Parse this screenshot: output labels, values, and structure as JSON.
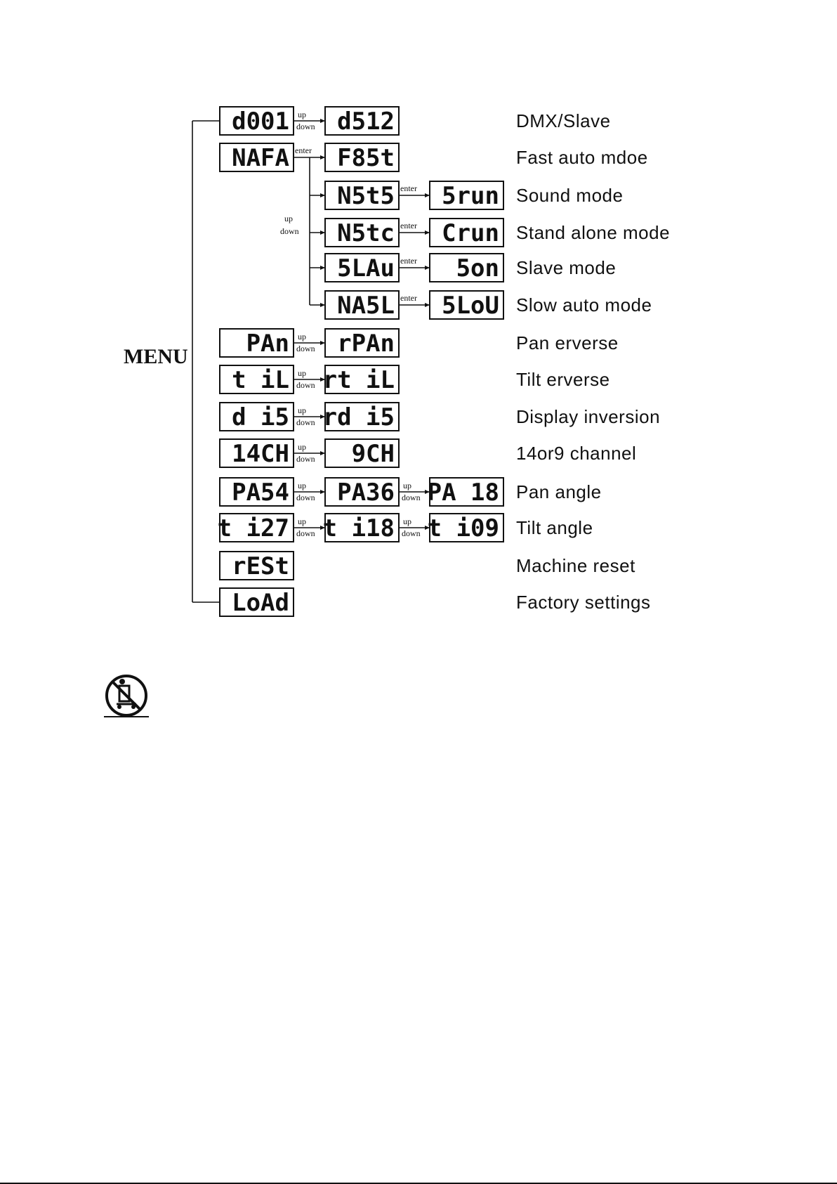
{
  "menu_label": "MENU",
  "connector_labels": {
    "up": "up",
    "down": "down",
    "enter": "enter"
  },
  "rows": [
    {
      "boxes": [
        "d001",
        "d512"
      ],
      "connectors": [
        "updown"
      ],
      "description": "DMX/Slave"
    },
    {
      "boxes": [
        "NAFA",
        "F85t"
      ],
      "connectors": [
        "enter"
      ],
      "description": "Fast auto mdoe"
    },
    {
      "boxes": [
        "N5t5",
        "5run"
      ],
      "connectors": [
        "enter"
      ],
      "description": "Sound mode",
      "branch": true
    },
    {
      "boxes": [
        "N5tc",
        "Crun"
      ],
      "connectors": [
        "enter"
      ],
      "description": "Stand alone mode",
      "branch": true
    },
    {
      "boxes": [
        "5LAu",
        "5on"
      ],
      "connectors": [
        "enter"
      ],
      "description": "Slave mode",
      "branch": true
    },
    {
      "boxes": [
        "NA5L",
        "5LoU"
      ],
      "connectors": [
        "enter"
      ],
      "description": "Slow auto mode",
      "branch": true
    },
    {
      "boxes": [
        "PAn",
        "rPAn"
      ],
      "connectors": [
        "updown"
      ],
      "description": "Pan erverse"
    },
    {
      "boxes": [
        "t iL",
        "rt iL"
      ],
      "connectors": [
        "updown"
      ],
      "description": "Tilt erverse"
    },
    {
      "boxes": [
        "d i5",
        "rd i5"
      ],
      "connectors": [
        "updown"
      ],
      "description": "Display inversion"
    },
    {
      "boxes": [
        "14CH",
        "9CH"
      ],
      "connectors": [
        "updown"
      ],
      "description": "14or9 channel"
    },
    {
      "boxes": [
        "PA54",
        "PA36",
        "PA 18"
      ],
      "connectors": [
        "updown",
        "updown"
      ],
      "description": "Pan angle"
    },
    {
      "boxes": [
        "t i27",
        "t i18",
        "t i09"
      ],
      "connectors": [
        "updown",
        "updown"
      ],
      "description": "Tilt angle"
    },
    {
      "boxes": [
        "rESt"
      ],
      "connectors": [],
      "description": "Machine reset"
    },
    {
      "boxes": [
        "LoAd"
      ],
      "connectors": [],
      "description": "Factory settings"
    }
  ]
}
